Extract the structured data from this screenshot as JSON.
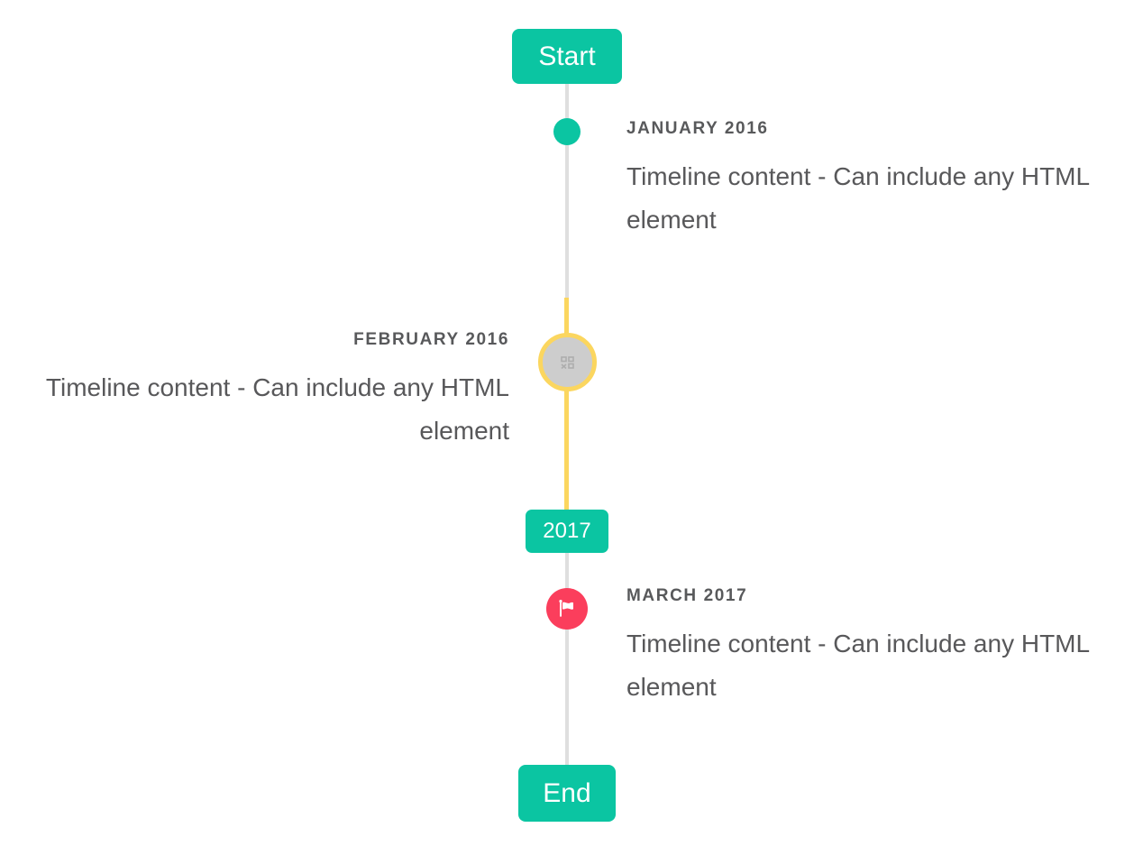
{
  "timeline": {
    "start_label": "Start",
    "end_label": "End",
    "year_badge_label": "2017",
    "items": [
      {
        "title": "JANUARY 2016",
        "content": "Timeline content - Can include any HTML element",
        "side": "right",
        "marker": "teal-dot"
      },
      {
        "title": "FEBRUARY 2016",
        "content": "Timeline content - Can include any HTML element",
        "side": "left",
        "marker": "image-placeholder-circle-yellow-ring"
      },
      {
        "title": "MARCH 2017",
        "content": "Timeline content - Can include any HTML element",
        "side": "right",
        "marker": "red-flag"
      }
    ],
    "colors": {
      "accent_teal": "#0bc5a2",
      "accent_yellow": "#fbd65f",
      "accent_red": "#fb3e5c",
      "line_gray": "#dfdfdf",
      "circle_gray_fill": "#cdcdcd",
      "title_text": "#58595b",
      "content_text": "#58585a",
      "button_text": "#ffffff"
    }
  }
}
